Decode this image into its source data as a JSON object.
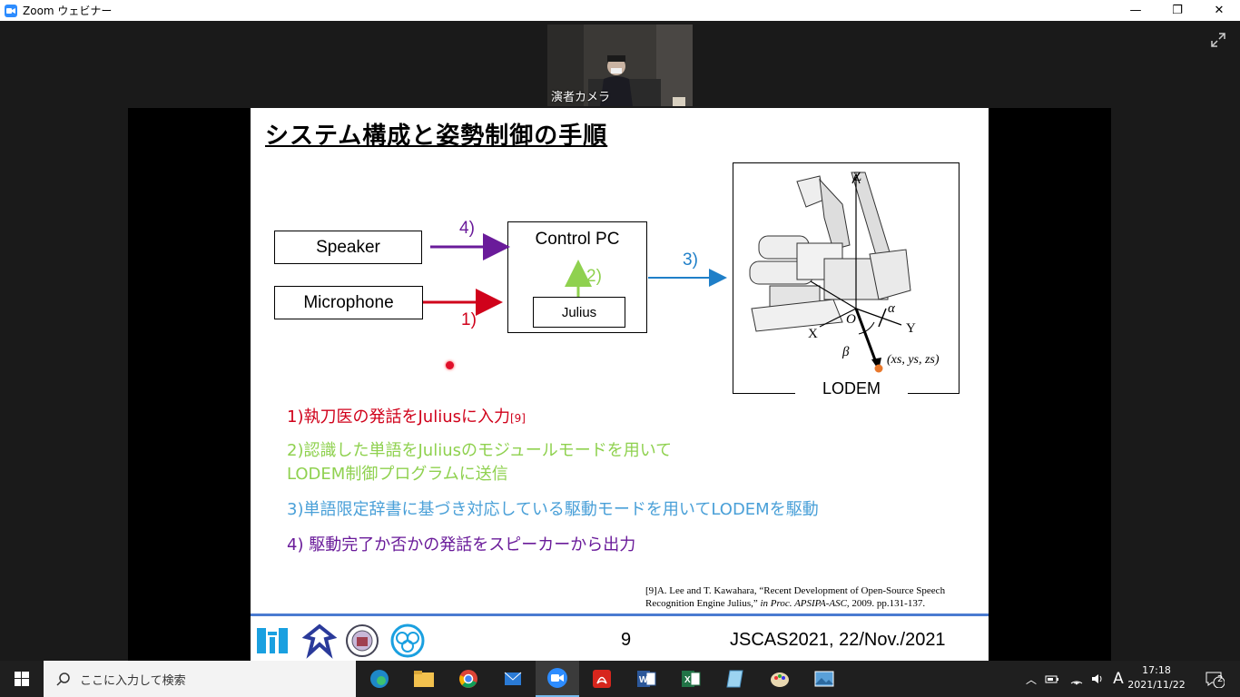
{
  "window": {
    "title": "Zoom ウェビナー",
    "min": "—",
    "restore": "❐",
    "close": "✕"
  },
  "camera": {
    "label": "演者カメラ"
  },
  "slide": {
    "title": "システム構成と姿勢制御の手順",
    "diagram": {
      "speaker": "Speaker",
      "microphone": "Microphone",
      "control_pc": "Control PC",
      "julius": "Julius",
      "arrow1": "1)",
      "arrow2": "2)",
      "arrow3": "3)",
      "arrow4": "4)",
      "lodem": "LODEM",
      "axis_z": "Z",
      "axis_x": "X",
      "axis_y": "Y",
      "origin": "O",
      "alpha": "α",
      "beta": "β",
      "point": "(xs, ys, zs)"
    },
    "steps": [
      {
        "text": "1)執刀医の発話をJuliusに入力",
        "ref": "[9]",
        "color": "#d0021b"
      },
      {
        "text": "2)認識した単語をJuliusのモジュールモードを用いて",
        "color": "#8fd14f"
      },
      {
        "text": "LODEM制御プログラムに送信",
        "color": "#8fd14f"
      },
      {
        "text": "3)単語限定辞書に基づき対応している駆動モードを用いてLODEMを駆動",
        "color": "#4aa0d8"
      },
      {
        "text": "4) 駆動完了か否かの発話をスピーカーから出力",
        "color": "#6a1b9a"
      }
    ],
    "reference": {
      "line1": "[9]A. Lee and T. Kawahara, “Recent Development of Open-Source Speech",
      "line2a": "Recognition Engine Julius,”",
      "line2b": "in Proc. APSIPA-ASC,",
      "line2c": "2009. pp.131-137."
    },
    "page_number": "9",
    "conference": "JSCAS2021, 22/Nov./2021"
  },
  "taskbar": {
    "search_placeholder": "ここに入力して検索",
    "time": "17:18",
    "date": "2021/11/22",
    "ime": "A",
    "notifications": "2"
  }
}
